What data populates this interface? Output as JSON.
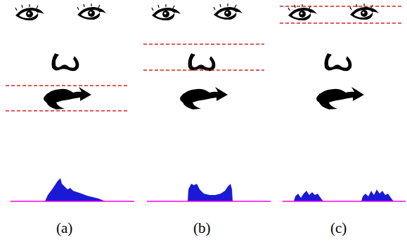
{
  "diagram": {
    "labels": [
      "(a)",
      "(b)",
      "(c)"
    ]
  }
}
